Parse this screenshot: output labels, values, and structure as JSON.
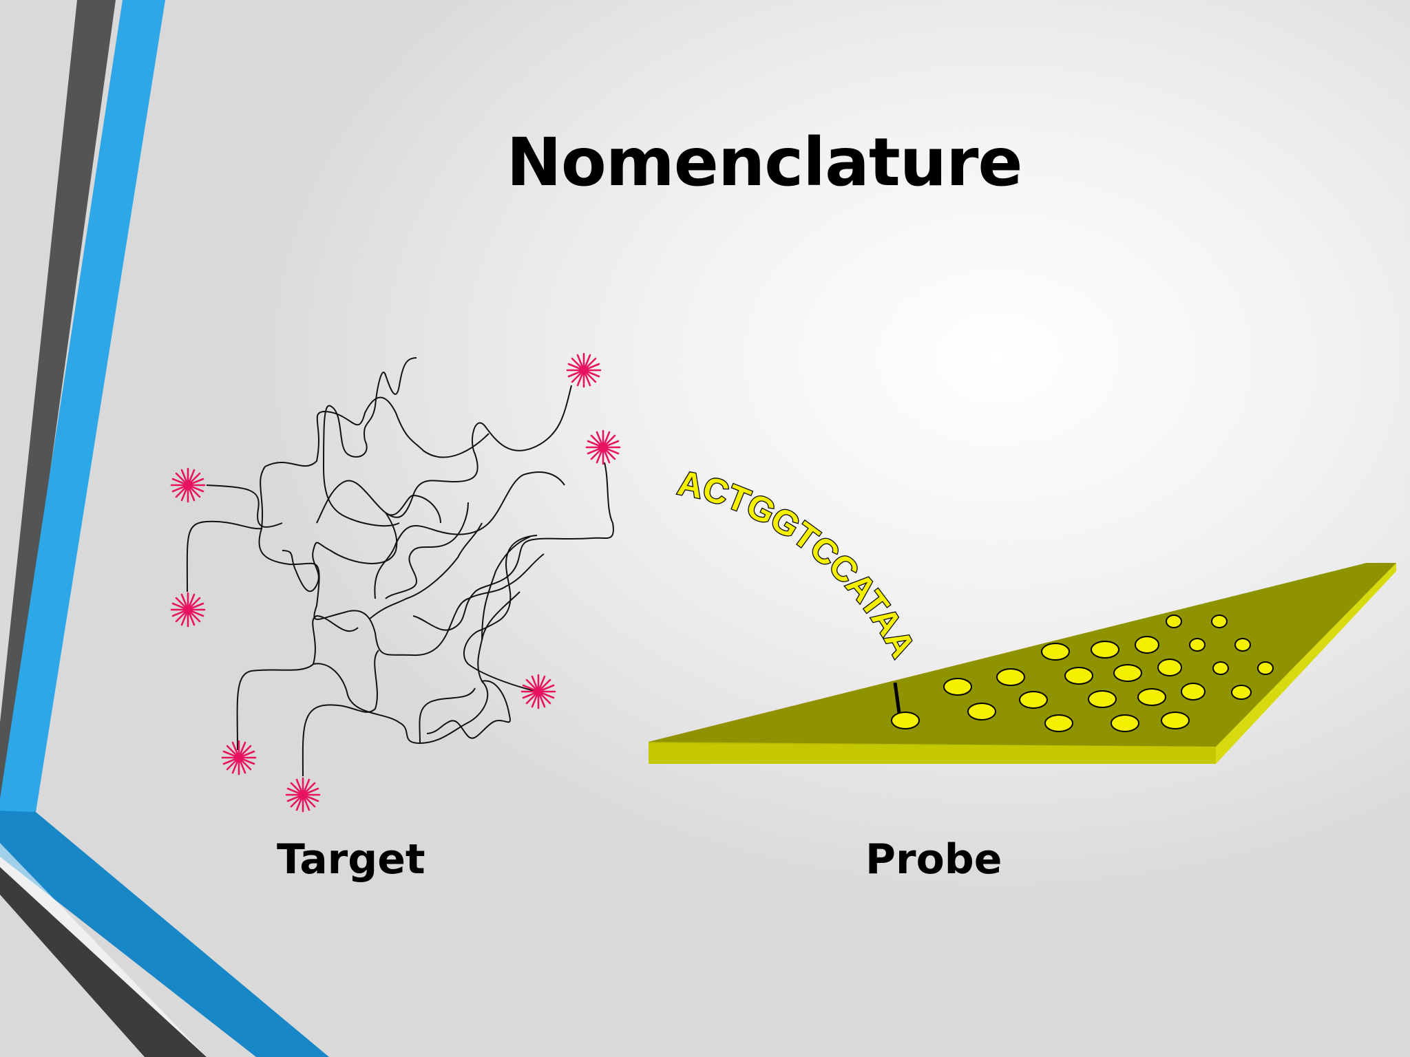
{
  "slide": {
    "title": "Nomenclature",
    "captions": {
      "target": "Target",
      "probe": "Probe"
    }
  },
  "probe": {
    "sequence": "ACTGGTCCATAA"
  },
  "colors": {
    "accent_blue": "#2ea7e8",
    "dark_stripe": "#545454",
    "fluor_pink": "#e8135f",
    "chip_top": "#8f9300",
    "chip_edge": "#c9cc00",
    "spot_yellow": "#f4f000"
  }
}
